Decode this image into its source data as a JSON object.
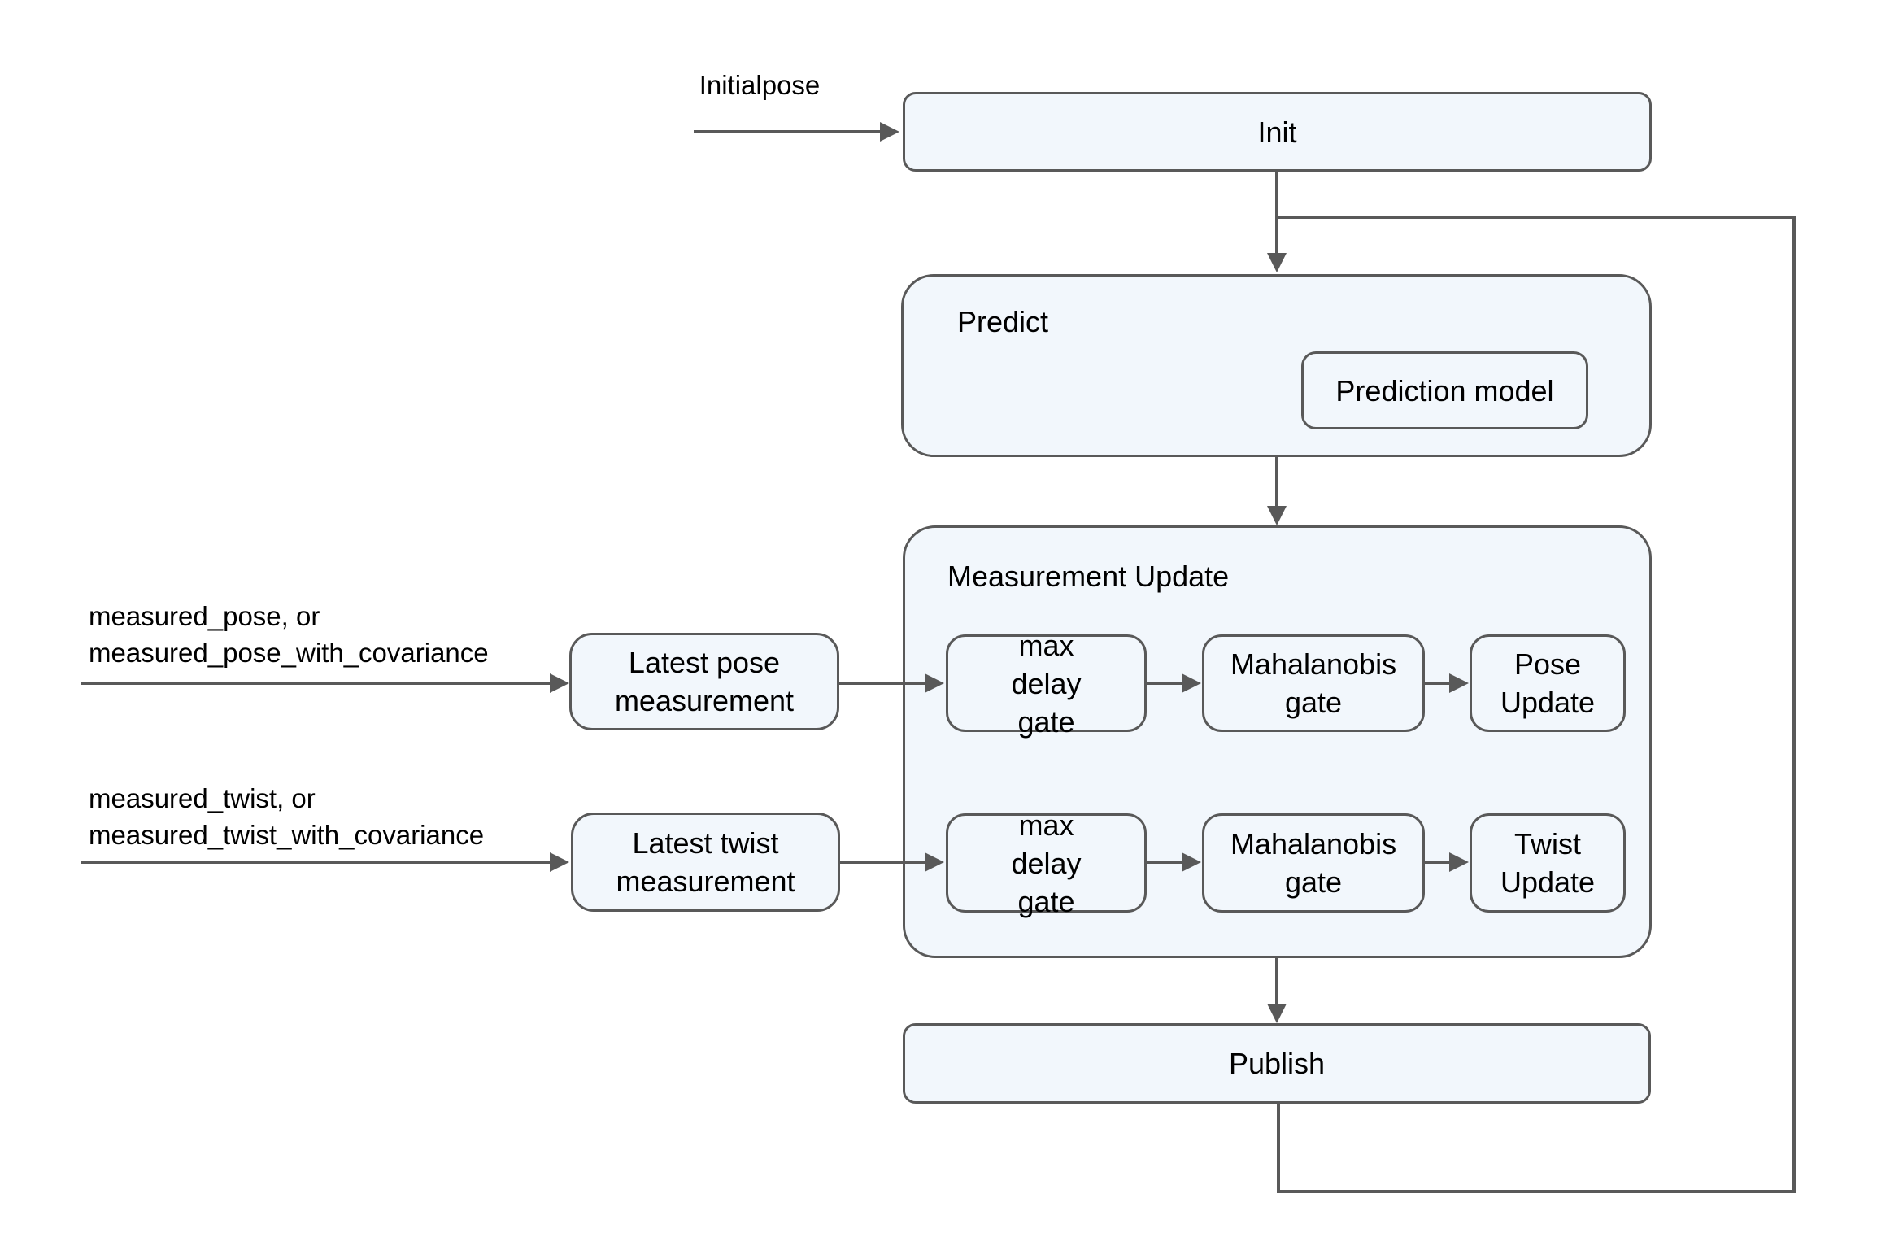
{
  "diagram": {
    "title": "EKF localizer flowchart",
    "labels": {
      "initialpose": "Initialpose",
      "measured_pose_line1": "measured_pose, or",
      "measured_pose_line2": "measured_pose_with_covariance",
      "measured_twist_line1": "measured_twist, or",
      "measured_twist_line2": "measured_twist_with_covariance"
    },
    "nodes": {
      "init": "Init",
      "predict": "Predict",
      "prediction_model": "Prediction model",
      "measurement_update": "Measurement Update",
      "latest_pose": "Latest pose measurement",
      "latest_twist": "Latest twist measurement",
      "pose_max_delay": "max delay gate",
      "pose_mahalanobis": "Mahalanobis gate",
      "pose_update": "Pose Update",
      "twist_max_delay": "max delay gate",
      "twist_mahalanobis": "Mahalanobis gate",
      "twist_update": "Twist Update",
      "publish": "Publish"
    },
    "colors": {
      "node_fill": "#f2f7fc",
      "node_border": "#595959",
      "connector": "#595959",
      "text": "#000000",
      "background": "#ffffff"
    }
  }
}
